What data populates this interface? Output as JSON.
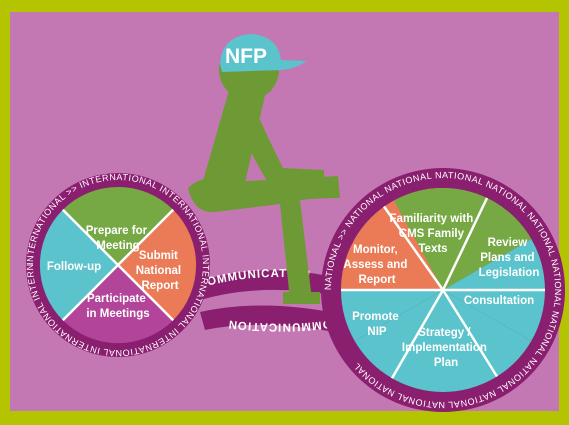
{
  "colors": {
    "frame": "#b5c400",
    "background": "#c478b3",
    "figure": "#6e9a35",
    "cap": "#5bc3cb",
    "ring": "#8a1f6f",
    "green": "#76a844",
    "orange": "#ea7b56",
    "purple": "#b2449a",
    "teal": "#5bc3cb"
  },
  "cap": {
    "label": "NFP"
  },
  "chain": {
    "top_label": "COMMUNICATION",
    "bottom_label": "COMMUNICATION"
  },
  "international_wheel": {
    "ring_text": "INTERNATIONAL  >>  INTERNATIONAL  INTERNATIONAL  INTERNATIONAL  INTERNATIONAL  INTERNATIONAL  INTERNATIONAL",
    "segments": {
      "prepare": {
        "lines": [
          "Prepare for",
          "Meeting"
        ],
        "color": "green"
      },
      "submit": {
        "lines": [
          "Submit",
          "National",
          "Report"
        ],
        "color": "orange"
      },
      "participate": {
        "lines": [
          "Participate",
          "in Meetings"
        ],
        "color": "purple"
      },
      "followup": {
        "lines": [
          "Follow-up"
        ],
        "color": "teal"
      }
    }
  },
  "national_wheel": {
    "ring_text": "NATIONAL  >>  NATIONAL  NATIONAL  NATIONAL  NATIONAL  NATIONAL  NATIONAL  NATIONAL  NATIONAL  NATIONAL  NATIONAL  NATIONAL",
    "segments": {
      "familiarity": {
        "lines": [
          "Familiarity with",
          "CMS Family",
          "Texts"
        ],
        "color": "green"
      },
      "review": {
        "lines": [
          "Review",
          "Plans and",
          "Legislation"
        ],
        "color": "green"
      },
      "consultation": {
        "lines": [
          "Consultation"
        ],
        "color": "teal"
      },
      "strategy": {
        "lines": [
          "Strategy /",
          "Implementation",
          "Plan"
        ],
        "color": "teal"
      },
      "promote": {
        "lines": [
          "Promote",
          "NIP"
        ],
        "color": "teal"
      },
      "monitor": {
        "lines": [
          "Monitor,",
          "Assess and",
          "Report"
        ],
        "color": "orange"
      }
    }
  }
}
